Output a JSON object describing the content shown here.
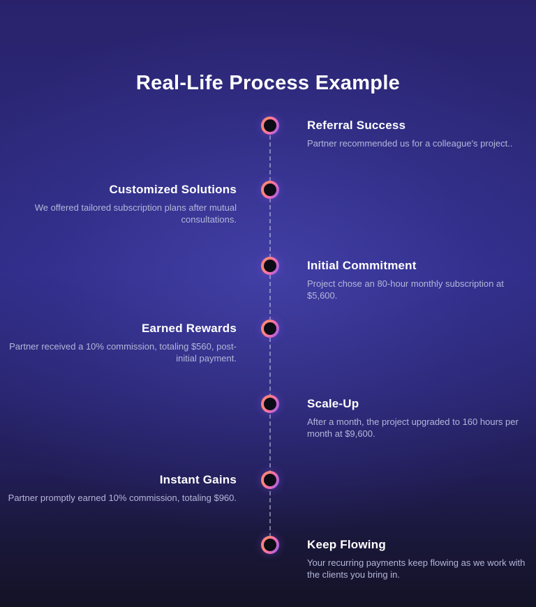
{
  "page": {
    "title": "Real-Life Process Example"
  },
  "timeline": {
    "items": [
      {
        "title": "Referral Success",
        "description": "Partner recommended us for a colleague's project..",
        "side": "right"
      },
      {
        "title": "Customized Solutions",
        "description": "We offered tailored subscription plans after mutual consultations.",
        "side": "left"
      },
      {
        "title": "Initial Commitment",
        "description": "Project chose an 80-hour monthly subscription at $5,600.",
        "side": "right"
      },
      {
        "title": "Earned Rewards",
        "description": "Partner received a 10% commission, totaling $560, post-initial payment.",
        "side": "left"
      },
      {
        "title": "Scale-Up",
        "description": "After a month, the project upgraded to 160 hours per month at $9,600.",
        "side": "right"
      },
      {
        "title": "Instant Gains",
        "description": "Partner promptly earned 10% commission, totaling $960.",
        "side": "left"
      },
      {
        "title": "Keep Flowing",
        "description": "Your recurring payments keep flowing as we work with the clients you bring in.",
        "side": "right"
      }
    ]
  },
  "colors": {
    "accent-pink": "#ff6fa8",
    "accent-orange": "#fb8a6e",
    "accent-violet": "#8a5cf6",
    "node-core": "#0c0c16",
    "desc-color": "#b4b6da",
    "background-center": "#34319b",
    "background-top": "#29226b",
    "background-bottom": "#141226"
  }
}
